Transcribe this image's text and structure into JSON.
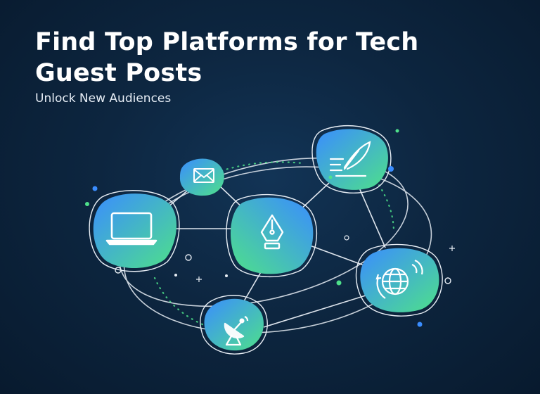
{
  "header": {
    "title_line1": "Find Top Platforms for Tech",
    "title_line2": "Guest Posts",
    "subtitle": "Unlock New Audiences"
  },
  "colors": {
    "background": "#0d2640",
    "accent_blue": "#3a8dff",
    "accent_green": "#4ee08a",
    "line": "#e8eef5"
  },
  "network": {
    "nodes": [
      {
        "name": "laptop-node",
        "icon": "laptop-icon"
      },
      {
        "name": "email-node",
        "icon": "envelope-icon"
      },
      {
        "name": "pen-nib-node",
        "icon": "pen-nib-icon"
      },
      {
        "name": "quill-node",
        "icon": "quill-writing-icon"
      },
      {
        "name": "globe-node",
        "icon": "globe-signal-icon"
      },
      {
        "name": "satellite-node",
        "icon": "satellite-dish-icon"
      }
    ]
  }
}
